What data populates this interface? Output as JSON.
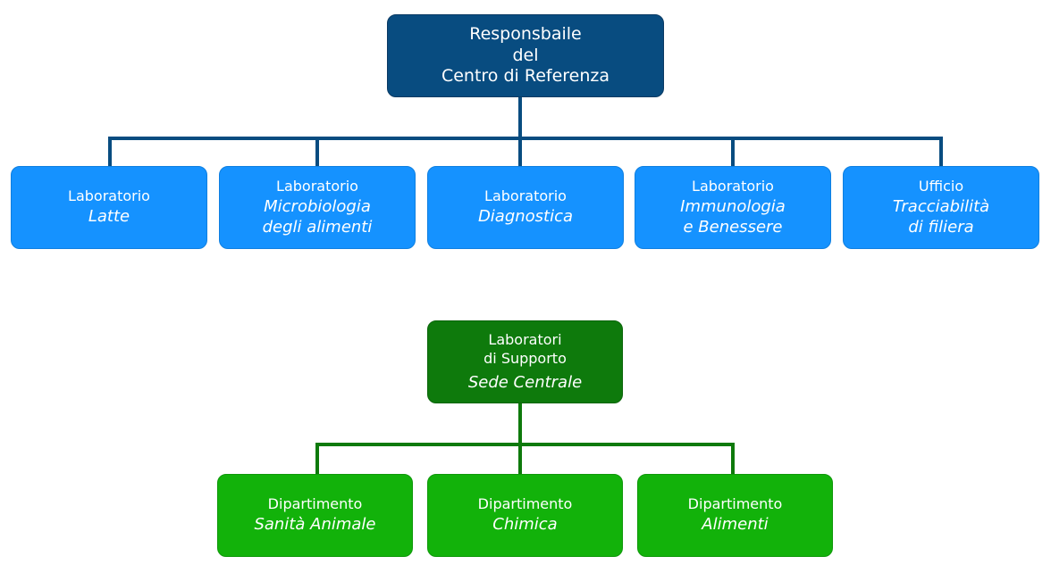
{
  "colors": {
    "root": "#084c80",
    "labs": "#1592ff",
    "top_connector": "#084c80",
    "support": "#0e7a0c",
    "departments": "#12b20a",
    "bottom_connector": "#0e7a0c"
  },
  "root": {
    "lines": [
      "Responsbaile",
      "del",
      "Centro di Referenza"
    ]
  },
  "labs": [
    {
      "type": "Laboratorio",
      "name_lines": [
        "Latte"
      ]
    },
    {
      "type": "Laboratorio",
      "name_lines": [
        "Microbiologia",
        "degli alimenti"
      ]
    },
    {
      "type": "Laboratorio",
      "name_lines": [
        "Diagnostica"
      ]
    },
    {
      "type": "Laboratorio",
      "name_lines": [
        "Immunologia",
        "e Benessere"
      ]
    },
    {
      "type": "Ufficio",
      "name_lines": [
        "Tracciabilità",
        "di filiera"
      ]
    }
  ],
  "support": {
    "lines": [
      "Laboratori",
      "di Supporto"
    ],
    "name": "Sede Centrale"
  },
  "departments": [
    {
      "type": "Dipartimento",
      "name": "Sanità Animale"
    },
    {
      "type": "Dipartimento",
      "name": "Chimica"
    },
    {
      "type": "Dipartimento",
      "name": "Alimenti"
    }
  ]
}
